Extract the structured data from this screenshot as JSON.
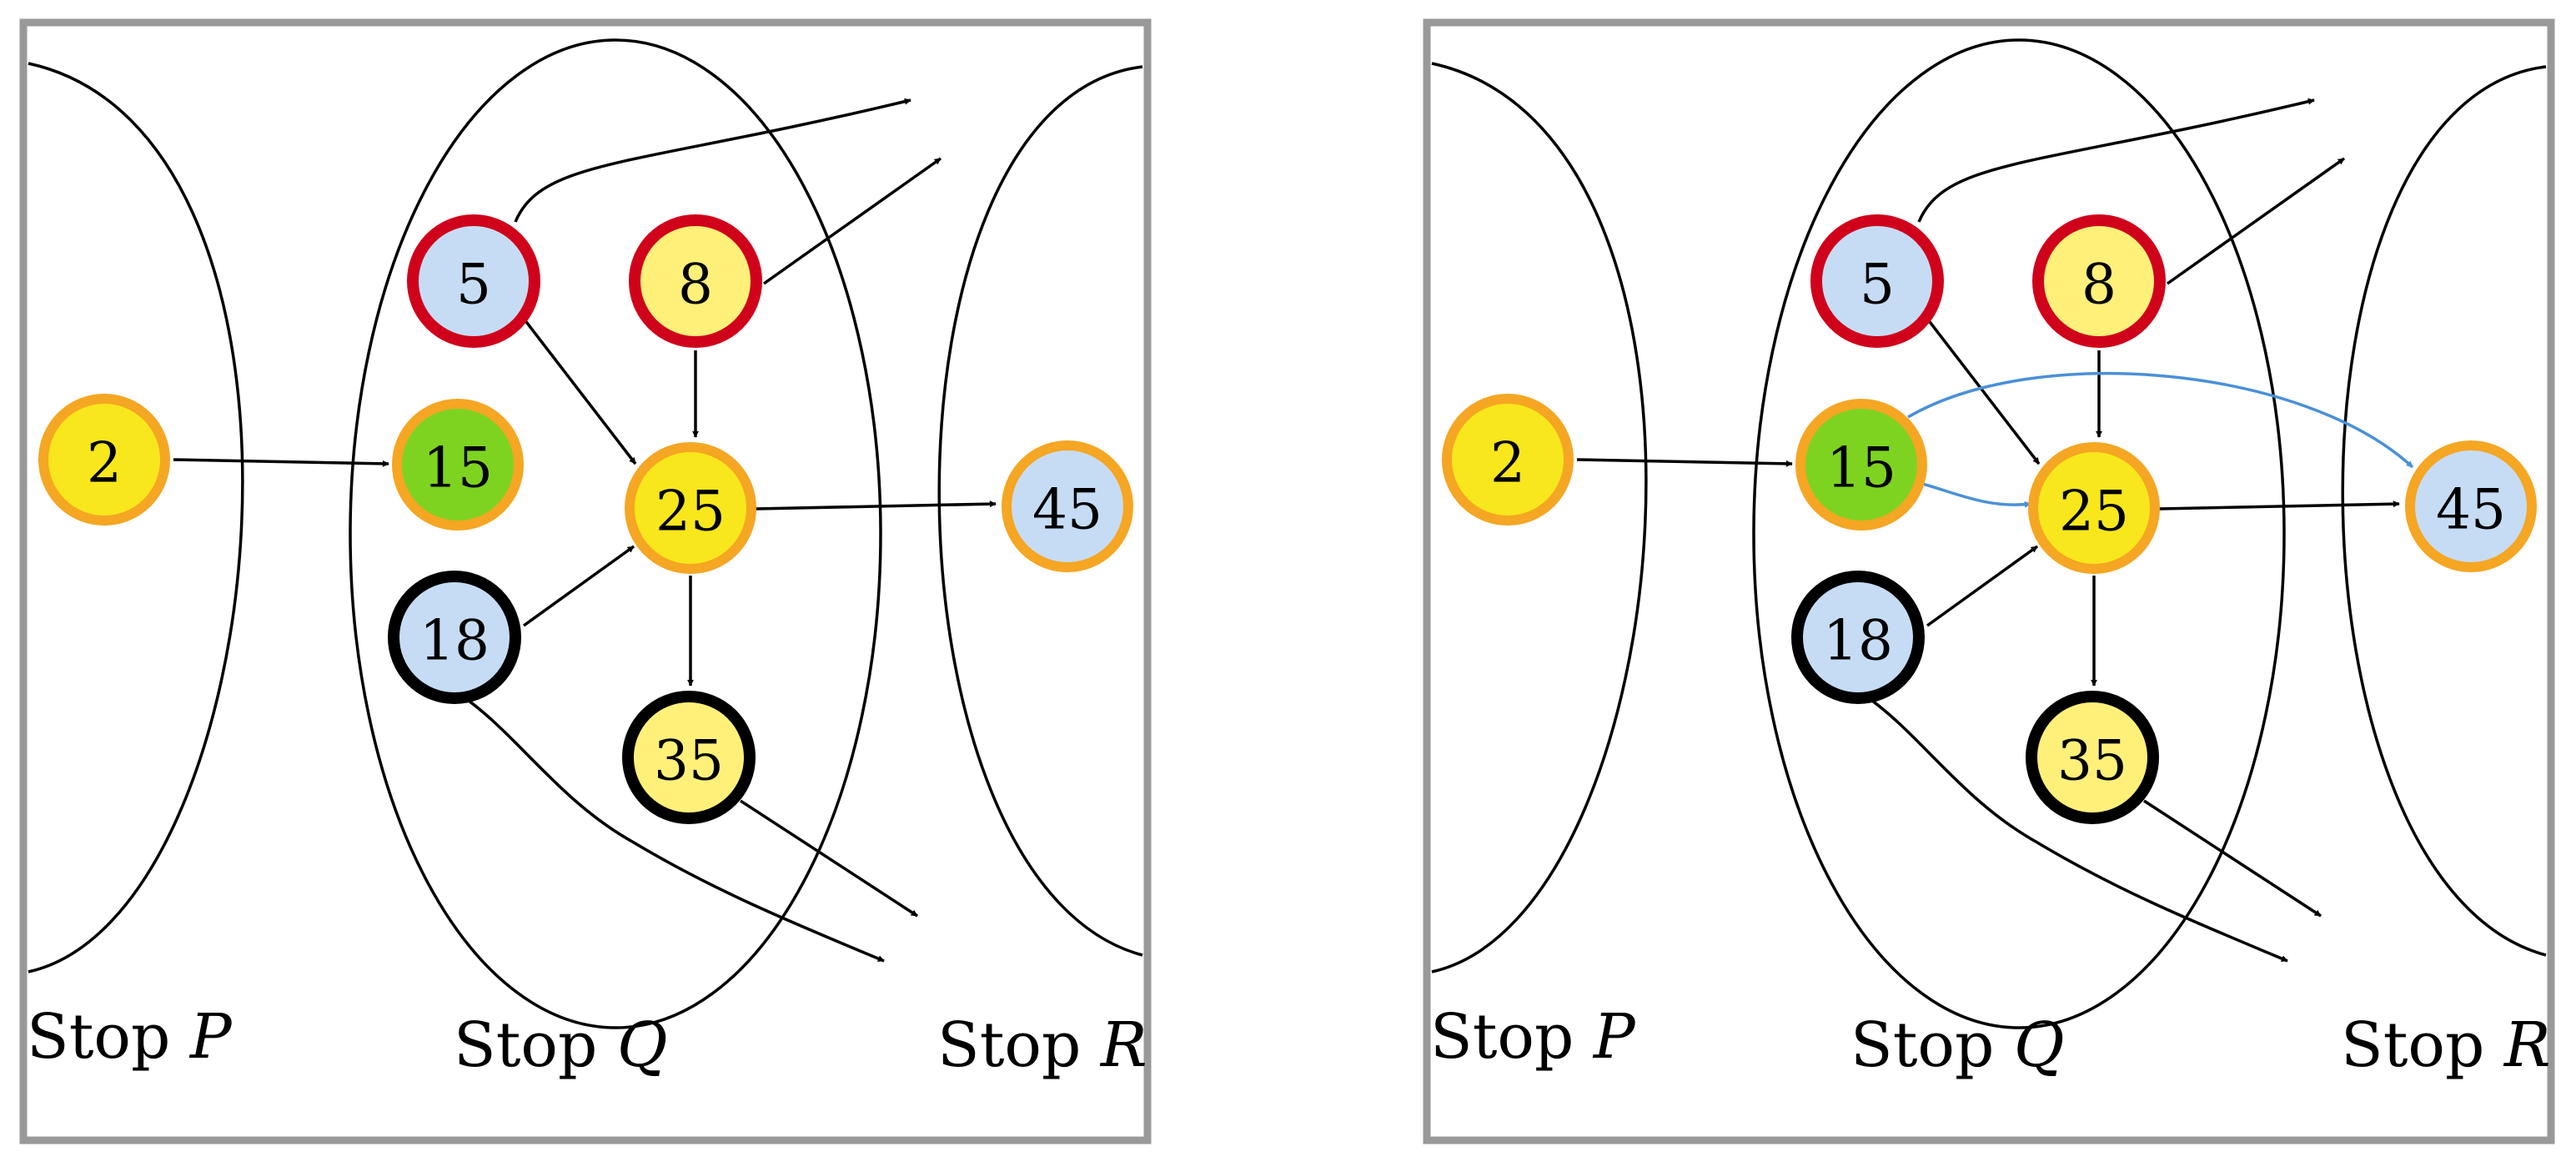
{
  "colors": {
    "frame": "#999999",
    "edge": "#000000",
    "highlight_edge": "#4a90d9",
    "ring_red": "#d0021b",
    "ring_orange": "#f5a623",
    "ring_black": "#000000",
    "fill_blue": "#c6dcf5",
    "fill_yellow_light": "#fff07a",
    "fill_yellow": "#f8e71c",
    "fill_green": "#7ed321"
  },
  "panels": [
    {
      "id": "left",
      "stops": [
        {
          "id": "P",
          "prefix": "Stop",
          "letter": "P"
        },
        {
          "id": "Q",
          "prefix": "Stop",
          "letter": "Q"
        },
        {
          "id": "R",
          "prefix": "Stop",
          "letter": "R"
        }
      ],
      "nodes": [
        {
          "id": "n2",
          "label": "2",
          "ring": "orange",
          "fill": "yellow"
        },
        {
          "id": "n5",
          "label": "5",
          "ring": "red",
          "fill": "blue"
        },
        {
          "id": "n8",
          "label": "8",
          "ring": "red",
          "fill": "yellow_light"
        },
        {
          "id": "n15",
          "label": "15",
          "ring": "orange",
          "fill": "green"
        },
        {
          "id": "n25",
          "label": "25",
          "ring": "orange",
          "fill": "yellow"
        },
        {
          "id": "n18",
          "label": "18",
          "ring": "black",
          "fill": "blue"
        },
        {
          "id": "n35",
          "label": "35",
          "ring": "black",
          "fill": "yellow_light"
        },
        {
          "id": "n45",
          "label": "45",
          "ring": "orange",
          "fill": "blue"
        }
      ],
      "edges": [
        {
          "from": "2",
          "to": "15",
          "highlight": false
        },
        {
          "from": "5",
          "to": "25",
          "highlight": false
        },
        {
          "from": "8",
          "to": "25",
          "highlight": false
        },
        {
          "from": "18",
          "to": "25",
          "highlight": false
        },
        {
          "from": "25",
          "to": "35",
          "highlight": false
        },
        {
          "from": "25",
          "to": "45",
          "highlight": false
        },
        {
          "from": "5",
          "to": "",
          "highlight": false
        },
        {
          "from": "8",
          "to": "",
          "highlight": false
        },
        {
          "from": "18",
          "to": "",
          "highlight": false
        },
        {
          "from": "35",
          "to": "",
          "highlight": false
        }
      ]
    },
    {
      "id": "right",
      "stops": [
        {
          "id": "P",
          "prefix": "Stop",
          "letter": "P"
        },
        {
          "id": "Q",
          "prefix": "Stop",
          "letter": "Q"
        },
        {
          "id": "R",
          "prefix": "Stop",
          "letter": "R"
        }
      ],
      "nodes": [
        {
          "id": "n2",
          "label": "2",
          "ring": "orange",
          "fill": "yellow"
        },
        {
          "id": "n5",
          "label": "5",
          "ring": "red",
          "fill": "blue"
        },
        {
          "id": "n8",
          "label": "8",
          "ring": "red",
          "fill": "yellow_light"
        },
        {
          "id": "n15",
          "label": "15",
          "ring": "orange",
          "fill": "green"
        },
        {
          "id": "n25",
          "label": "25",
          "ring": "orange",
          "fill": "yellow"
        },
        {
          "id": "n18",
          "label": "18",
          "ring": "black",
          "fill": "blue"
        },
        {
          "id": "n35",
          "label": "35",
          "ring": "black",
          "fill": "yellow_light"
        },
        {
          "id": "n45",
          "label": "45",
          "ring": "orange",
          "fill": "blue"
        }
      ],
      "edges": [
        {
          "from": "2",
          "to": "15",
          "highlight": false
        },
        {
          "from": "5",
          "to": "25",
          "highlight": false
        },
        {
          "from": "8",
          "to": "25",
          "highlight": false
        },
        {
          "from": "18",
          "to": "25",
          "highlight": false
        },
        {
          "from": "25",
          "to": "35",
          "highlight": false
        },
        {
          "from": "25",
          "to": "45",
          "highlight": false
        },
        {
          "from": "15",
          "to": "25",
          "highlight": true
        },
        {
          "from": "15",
          "to": "45",
          "highlight": true
        },
        {
          "from": "5",
          "to": "",
          "highlight": false
        },
        {
          "from": "8",
          "to": "",
          "highlight": false
        },
        {
          "from": "18",
          "to": "",
          "highlight": false
        },
        {
          "from": "35",
          "to": "",
          "highlight": false
        }
      ]
    }
  ]
}
